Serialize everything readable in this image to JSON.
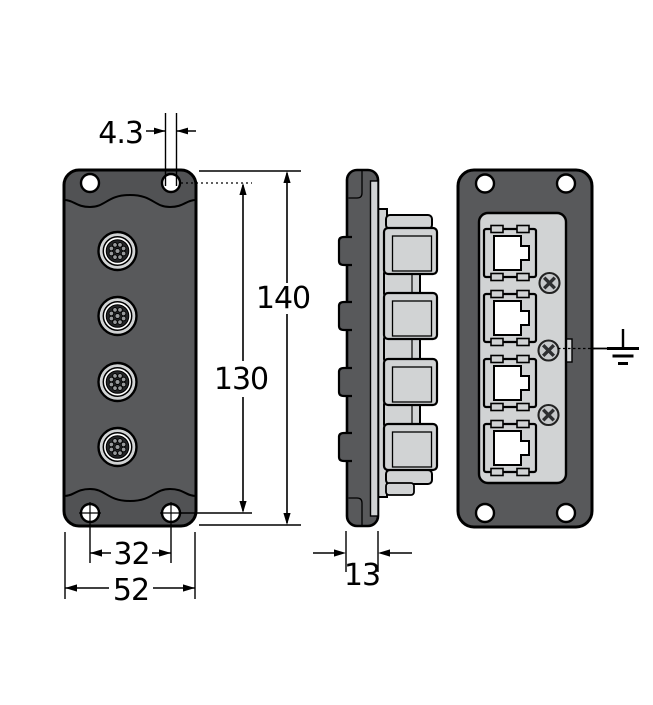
{
  "drawing": {
    "type": "technical-dimension-drawing",
    "dimensions": {
      "hole_diameter": "4.3",
      "overall_height": "140",
      "hole_spacing_vertical": "130",
      "hole_spacing_horizontal": "32",
      "overall_width": "52",
      "depth": "13"
    },
    "colors": {
      "housing": "#58595B",
      "panel": "#D1D3D4",
      "line": "#000000",
      "background": "#FFFFFF"
    },
    "icons": {
      "m12": "m12-circular-connector",
      "rj45": "rj45-port",
      "screw": "phillips-screw",
      "ground": "earth-ground-symbol",
      "hole": "mounting-hole"
    },
    "counts": {
      "m12_connectors": 4,
      "rj45_ports": 4,
      "screws": 3,
      "mounting_holes_per_view": 4
    }
  }
}
